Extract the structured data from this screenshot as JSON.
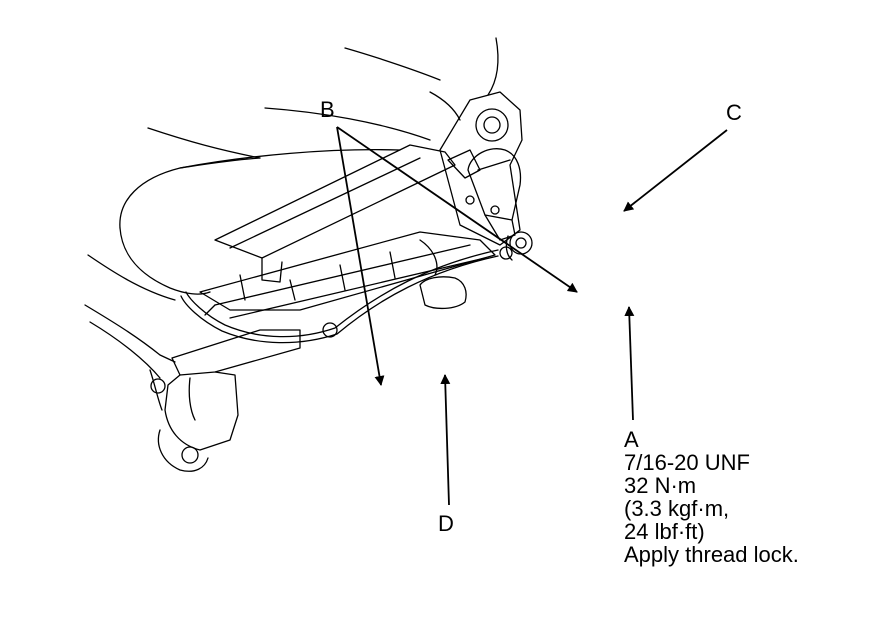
{
  "callouts": {
    "a": {
      "letter": "A",
      "spec_line1": "7/16-20 UNF",
      "spec_line2": "32 N·m",
      "spec_line3": "(3.3 kgf·m,",
      "spec_line4": "24 lbf·ft)",
      "spec_line5": "Apply thread lock."
    },
    "b": "B",
    "c": "C",
    "d": "D"
  }
}
